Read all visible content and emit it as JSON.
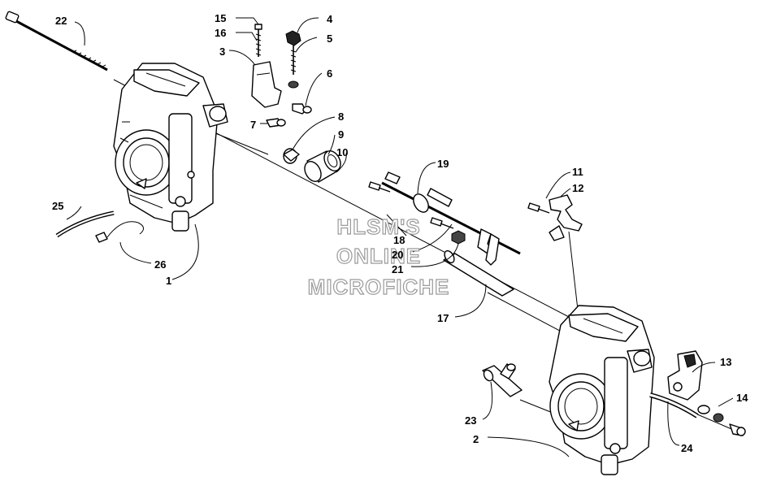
{
  "watermark": {
    "line1": "HLSM'S",
    "line2": "ONLINE",
    "line3": "MICROFICHE"
  },
  "callouts": [
    {
      "id": "1",
      "label": "1"
    },
    {
      "id": "2",
      "label": "2"
    },
    {
      "id": "3",
      "label": "3"
    },
    {
      "id": "4",
      "label": "4"
    },
    {
      "id": "5",
      "label": "5"
    },
    {
      "id": "6",
      "label": "6"
    },
    {
      "id": "7",
      "label": "7"
    },
    {
      "id": "8",
      "label": "8"
    },
    {
      "id": "9",
      "label": "9"
    },
    {
      "id": "10",
      "label": "10"
    },
    {
      "id": "11",
      "label": "11"
    },
    {
      "id": "12",
      "label": "12"
    },
    {
      "id": "13",
      "label": "13"
    },
    {
      "id": "14",
      "label": "14"
    },
    {
      "id": "15",
      "label": "15"
    },
    {
      "id": "16",
      "label": "16"
    },
    {
      "id": "17",
      "label": "17"
    },
    {
      "id": "18",
      "label": "18"
    },
    {
      "id": "19",
      "label": "19"
    },
    {
      "id": "20",
      "label": "20"
    },
    {
      "id": "21",
      "label": "21"
    },
    {
      "id": "22",
      "label": "22"
    },
    {
      "id": "23",
      "label": "23"
    },
    {
      "id": "24",
      "label": "24"
    },
    {
      "id": "25",
      "label": "25"
    },
    {
      "id": "26",
      "label": "26"
    }
  ]
}
